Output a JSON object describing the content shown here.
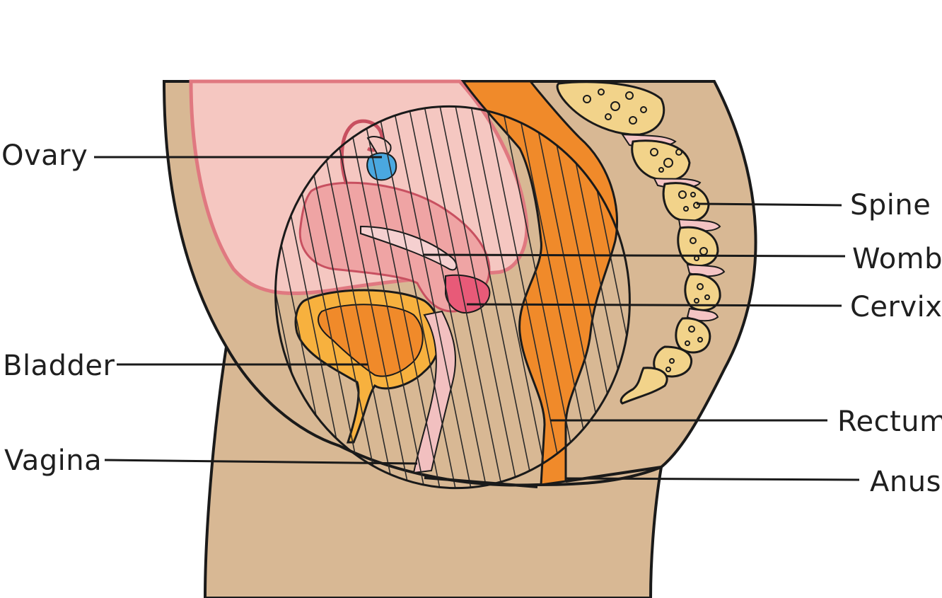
{
  "labels": {
    "ovary": "Ovary",
    "bladder": "Bladder",
    "vagina": "Vagina",
    "spine": "Spine",
    "womb": "Womb",
    "cervix": "Cervix",
    "rectum": "Rectum",
    "anus": "Anus"
  },
  "colors": {
    "skin": "#d8b894",
    "outline": "#1a1a1a",
    "abdominal_cavity": "#f5c7c1",
    "cavity_border": "#e07880",
    "womb": "#efa4a4",
    "cervix_tip": "#e85a78",
    "bladder_outer": "#f7b13e",
    "bladder_inner": "#f08a2a",
    "rectum": "#f08a2a",
    "ovary": "#4aa8e0",
    "bone": "#f2d38a",
    "disc": "#f4c4c4",
    "vagina": "#f2c0c0",
    "hatching": "#2a2a2a"
  }
}
